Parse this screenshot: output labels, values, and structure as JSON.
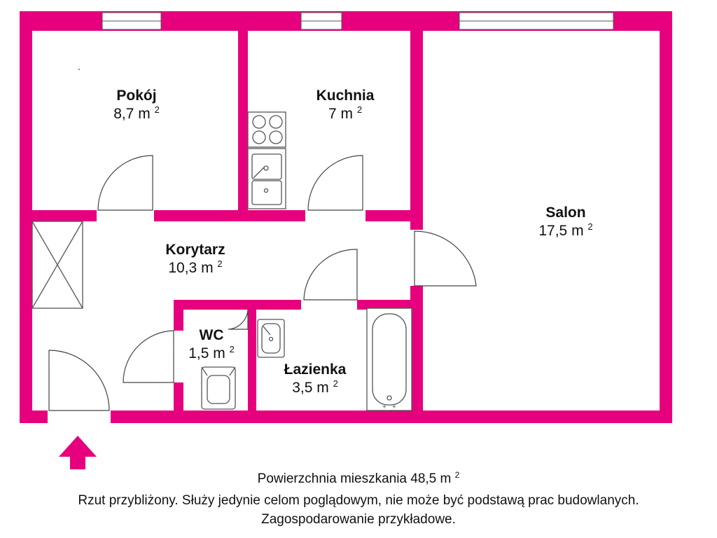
{
  "plan": {
    "wall_color": "#e6007e",
    "rooms": [
      {
        "id": "pokoj",
        "name": "Pokój",
        "area": "8,7",
        "unit": "m",
        "exp": "2"
      },
      {
        "id": "kuchnia",
        "name": "Kuchnia",
        "area": "7",
        "unit": "m",
        "exp": "2"
      },
      {
        "id": "salon",
        "name": "Salon",
        "area": "17,5",
        "unit": "m",
        "exp": "2"
      },
      {
        "id": "korytarz",
        "name": "Korytarz",
        "area": "10,3",
        "unit": "m",
        "exp": "2"
      },
      {
        "id": "wc",
        "name": "WC",
        "area": "1,5",
        "unit": "m",
        "exp": "2"
      },
      {
        "id": "lazienka",
        "name": "Łazienka",
        "area": "3,5",
        "unit": "m",
        "exp": "2"
      }
    ],
    "entrance_icon": "entrance-arrow-icon"
  },
  "footer": {
    "total_label": "Powierzchnia mieszkania 48,5 m",
    "total_exp": "2",
    "disclaimer": "Rzut przybliżony. Służy jedynie celom poglądowym, nie może być podstawą prac budowlanych.",
    "note": "Zagospodarowanie przykładowe."
  }
}
